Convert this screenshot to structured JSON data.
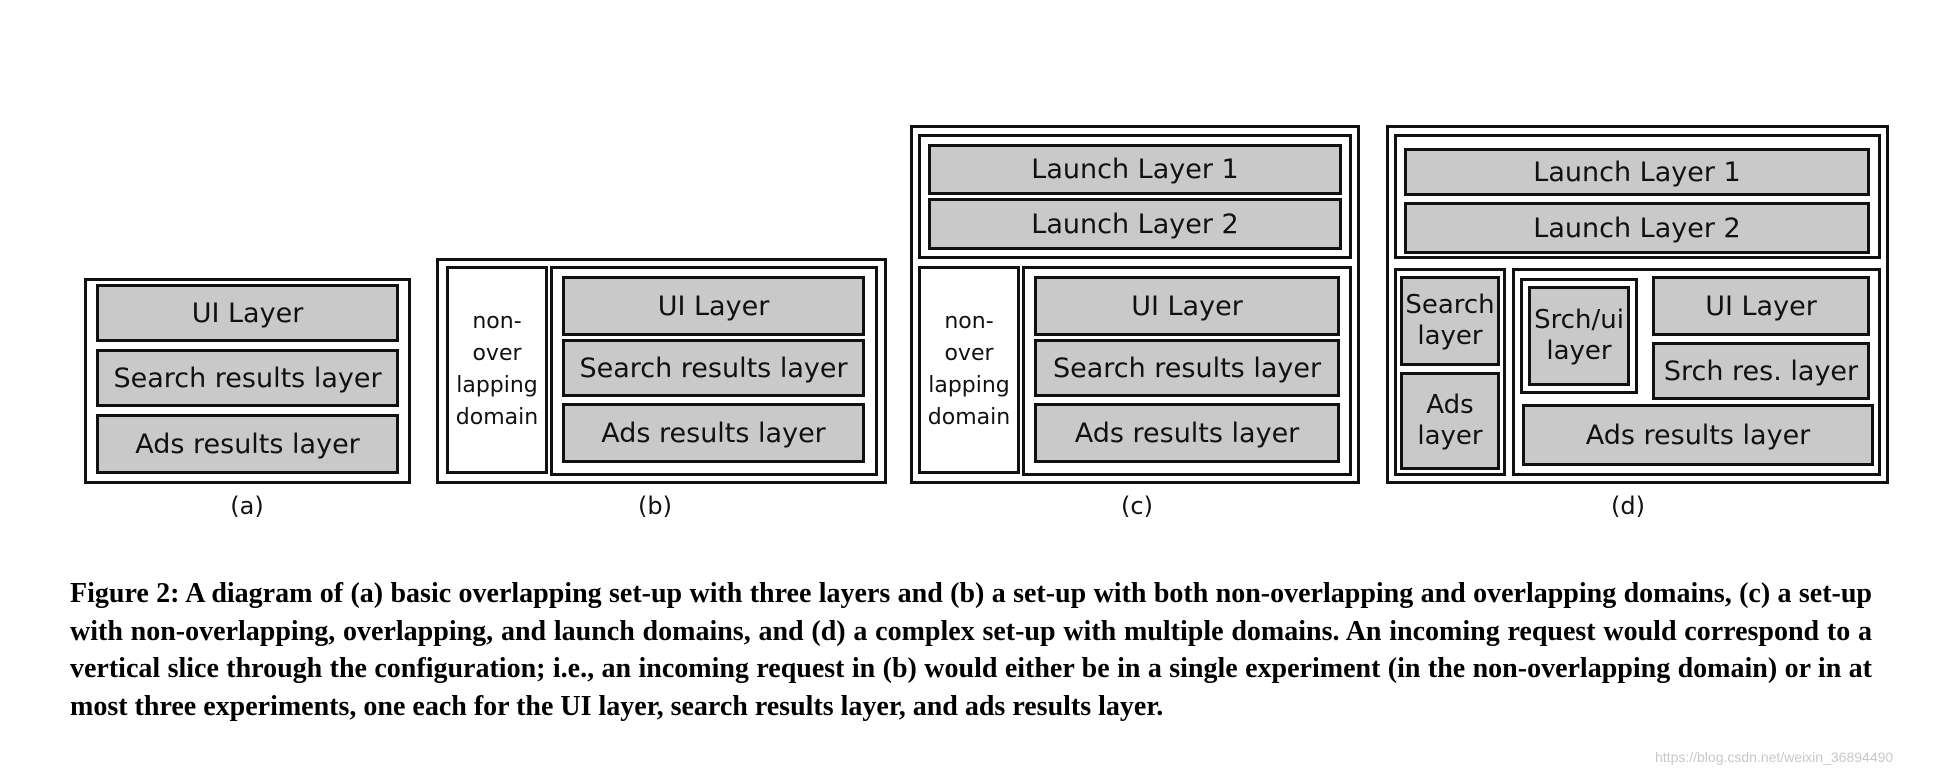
{
  "diagram": {
    "a": {
      "label": "(a)",
      "layers": [
        "UI Layer",
        "Search results layer",
        "Ads results layer"
      ]
    },
    "b": {
      "label": "(b)",
      "non_overlapping": "non-over lapping domain",
      "layers": [
        "UI Layer",
        "Search results layer",
        "Ads results layer"
      ]
    },
    "c": {
      "label": "(c)",
      "launch_layers": [
        "Launch Layer 1",
        "Launch Layer 2"
      ],
      "non_overlapping": "non-over lapping domain",
      "layers": [
        "UI Layer",
        "Search results layer",
        "Ads results layer"
      ]
    },
    "d": {
      "label": "(d)",
      "launch_layers": [
        "Launch Layer 1",
        "Launch Layer 2"
      ],
      "left_layers": [
        "Search layer",
        "Ads layer"
      ],
      "srch_ui": "Srch/ui layer",
      "ui_layer": "UI Layer",
      "srch_res": "Srch res. layer",
      "ads_results": "Ads results layer"
    }
  },
  "caption": "Figure 2: A diagram of (a) basic overlapping set-up with three layers and (b) a set-up with both non-overlapping and overlapping domains, (c) a set-up with non-overlapping, overlapping, and launch domains, and (d) a complex set-up with multiple domains. An incoming request would correspond to a vertical slice through the configuration; i.e., an incoming request in (b) would either be in a single experiment (in the non-overlapping domain) or in at most three experiments, one each for the UI layer, search results layer, and ads results layer.",
  "watermark": "https://blog.csdn.net/weixin_36894490"
}
